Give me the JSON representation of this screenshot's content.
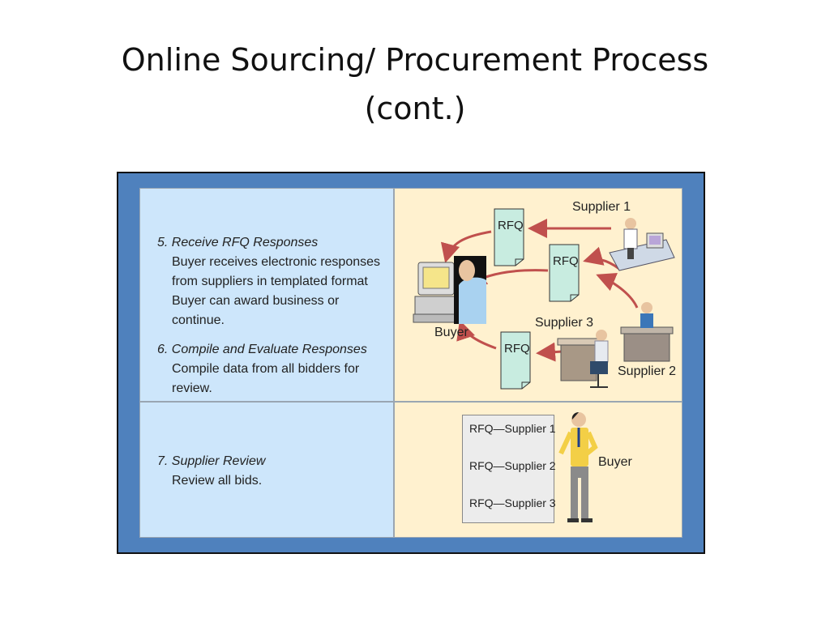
{
  "title": {
    "line1": "Online Sourcing/ Procurement Process",
    "line2": "(cont.)"
  },
  "steps": {
    "step5": {
      "heading": "5. Receive RFQ Responses",
      "lines": [
        "Buyer receives electronic responses",
        "from suppliers in templated format",
        "Buyer can award business or",
        "continue."
      ]
    },
    "step6": {
      "heading": "6. Compile and Evaluate Responses",
      "lines": [
        "Compile data from all bidders for",
        "review."
      ]
    },
    "step7": {
      "heading": "7. Supplier Review",
      "lines": [
        "Review all bids."
      ]
    }
  },
  "diagram_top": {
    "supplier1": "Supplier 1",
    "supplier2": "Supplier 2",
    "supplier3": "Supplier 3",
    "buyer": "Buyer",
    "rfq_label": "RFQ"
  },
  "diagram_bottom": {
    "buyer": "Buyer",
    "list": [
      "RFQ—Supplier 1",
      "RFQ—Supplier 2",
      "RFQ—Supplier 3"
    ]
  },
  "colors": {
    "frame": "#4f81bd",
    "left_panel": "#cde6fb",
    "right_panel": "#fff1cf",
    "arrow": "#c0504d",
    "document": "#c8ece0"
  }
}
